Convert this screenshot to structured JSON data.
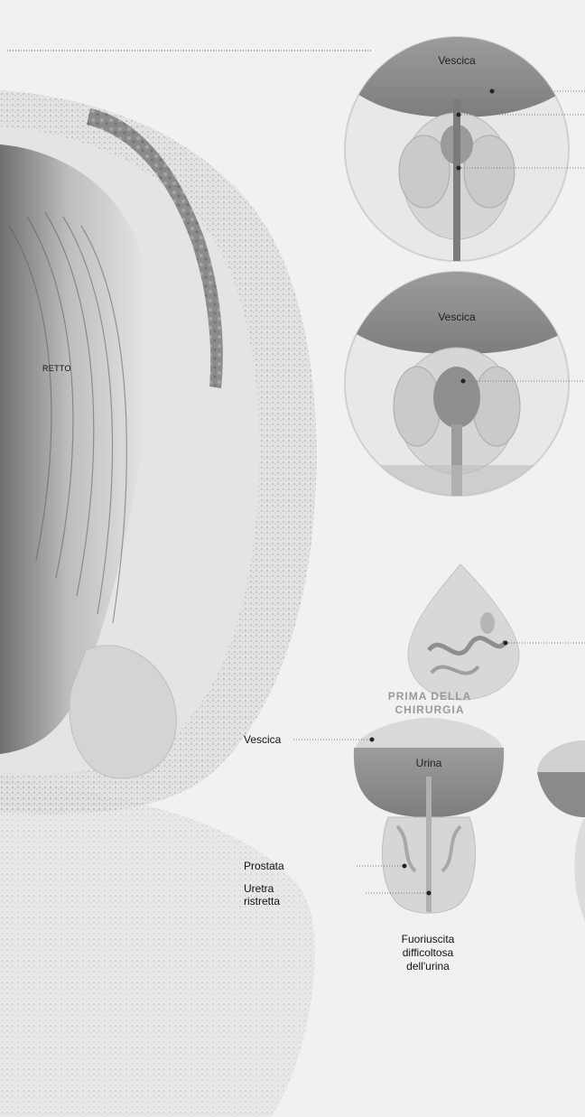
{
  "labels": {
    "top_circle_title": "Vescica",
    "middle_circle_title": "Vescica",
    "rectum": "RETTO",
    "heading_line1": "PRIMA DELLA",
    "heading_line2": "CHIRURGIA",
    "bladder_side": "Vescica",
    "urine": "Urina",
    "prostate_side": "Prostata",
    "urethra_line1": "Uretra",
    "urethra_line2": "ristretta",
    "caption_line1": "Fuoriuscita",
    "caption_line2": "difficoltosa",
    "caption_line3": "dell'urina"
  },
  "colors": {
    "background": "#f1f1f1",
    "tissue_light": "#e4e4e4",
    "tissue_mid": "#cfcfcf",
    "bladder_dark": "#8e8e8e",
    "circle_fill": "#e8e8e8",
    "circle_stroke": "#d0d0d0",
    "heading_gray": "#9a9a9a",
    "leader_line": "#777777"
  }
}
